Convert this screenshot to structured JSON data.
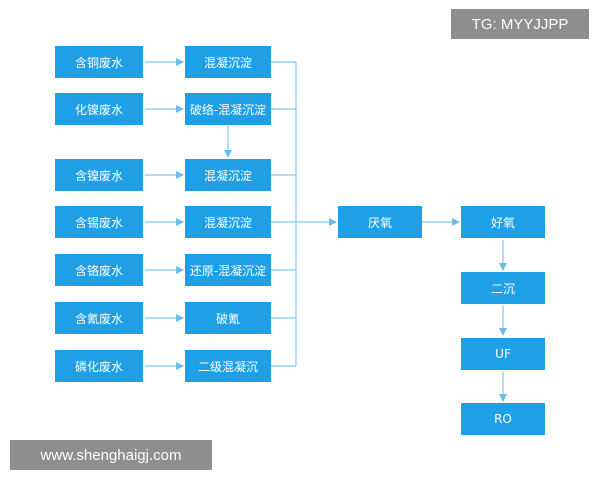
{
  "watermarks": {
    "top_right": "TG: MYYJJPP",
    "bottom_left": "www.shenghaigj.com"
  },
  "sources": [
    "含铜废水",
    "化镍废水",
    "含镍废水",
    "含锡废水",
    "含铬废水",
    "含氰废水",
    "磷化废水"
  ],
  "pretreatments": [
    "混凝沉淀",
    "破络-混凝沉淀",
    "混凝沉淀",
    "混凝沉淀",
    "还原-混凝沉淀",
    "破氰",
    "二级混凝沉"
  ],
  "anaerobic": "厌氧",
  "main_line": [
    "好氧",
    "二沉",
    "UF",
    "RO"
  ],
  "colors": {
    "box_fill": "#1e9fe6",
    "box_text": "#ffffff",
    "wire": "#7fc8f0",
    "watermark_bg": "#8e8e8e"
  }
}
